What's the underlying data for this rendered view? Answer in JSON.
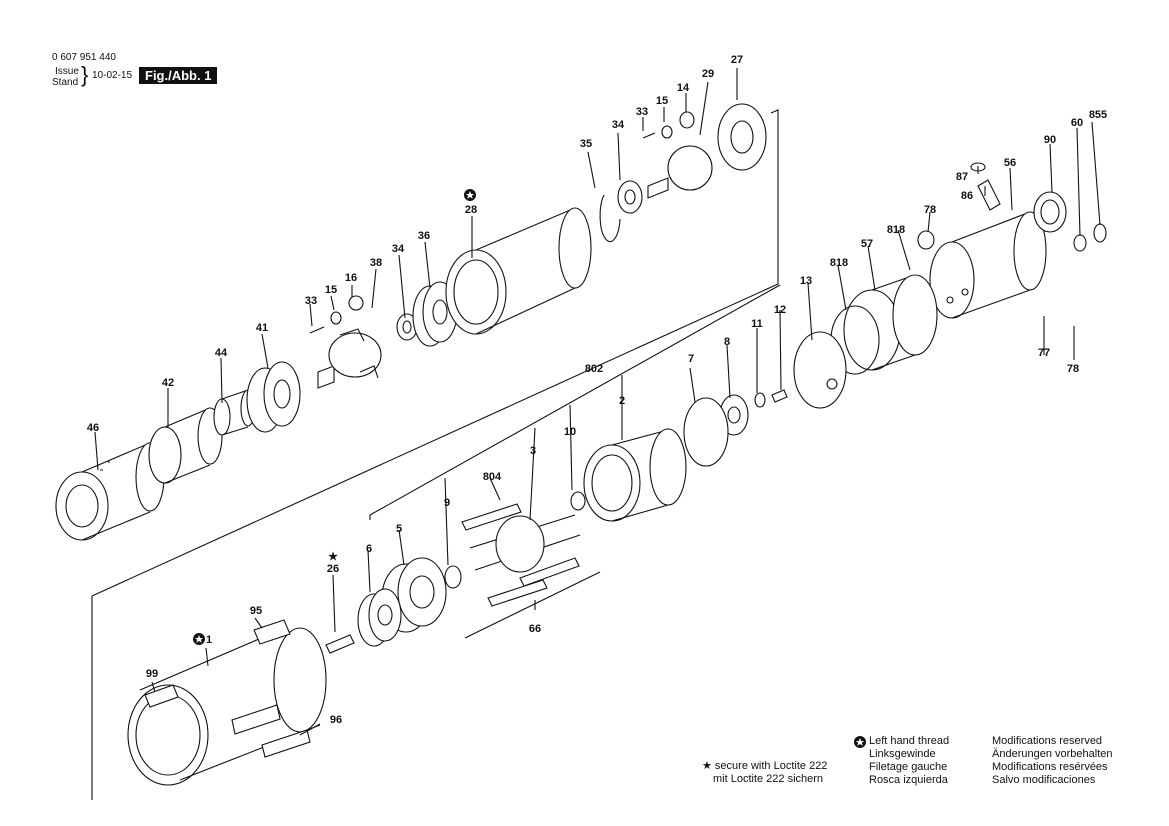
{
  "header": {
    "part_number": "0 607 951 440",
    "issue_label": "Issue",
    "stand_label": "Stand",
    "date": "10-02-15",
    "figure": "Fig./Abb. 1"
  },
  "callouts": [
    {
      "id": "27",
      "text": "27"
    },
    {
      "id": "29",
      "text": "29"
    },
    {
      "id": "14",
      "text": "14"
    },
    {
      "id": "15a",
      "text": "15"
    },
    {
      "id": "33a",
      "text": "33"
    },
    {
      "id": "34a",
      "text": "34"
    },
    {
      "id": "35",
      "text": "35"
    },
    {
      "id": "28",
      "text": "28"
    },
    {
      "id": "36",
      "text": "36"
    },
    {
      "id": "34b",
      "text": "34"
    },
    {
      "id": "38",
      "text": "38"
    },
    {
      "id": "16",
      "text": "16"
    },
    {
      "id": "15b",
      "text": "15"
    },
    {
      "id": "33b",
      "text": "33"
    },
    {
      "id": "41",
      "text": "41"
    },
    {
      "id": "44",
      "text": "44"
    },
    {
      "id": "42",
      "text": "42"
    },
    {
      "id": "46",
      "text": "46"
    },
    {
      "id": "855",
      "text": "855"
    },
    {
      "id": "60",
      "text": "60"
    },
    {
      "id": "90",
      "text": "90"
    },
    {
      "id": "56",
      "text": "56"
    },
    {
      "id": "87",
      "text": "87"
    },
    {
      "id": "86",
      "text": "86"
    },
    {
      "id": "78a",
      "text": "78"
    },
    {
      "id": "818a",
      "text": "818"
    },
    {
      "id": "57",
      "text": "57"
    },
    {
      "id": "818b",
      "text": "818"
    },
    {
      "id": "13",
      "text": "13"
    },
    {
      "id": "12",
      "text": "12"
    },
    {
      "id": "11",
      "text": "11"
    },
    {
      "id": "8",
      "text": "8"
    },
    {
      "id": "7",
      "text": "7"
    },
    {
      "id": "77",
      "text": "77"
    },
    {
      "id": "78b",
      "text": "78"
    },
    {
      "id": "802",
      "text": "802"
    },
    {
      "id": "2",
      "text": "2"
    },
    {
      "id": "10",
      "text": "10"
    },
    {
      "id": "3",
      "text": "3"
    },
    {
      "id": "804",
      "text": "804"
    },
    {
      "id": "9",
      "text": "9"
    },
    {
      "id": "5",
      "text": "5"
    },
    {
      "id": "6",
      "text": "6"
    },
    {
      "id": "26",
      "text": "26"
    },
    {
      "id": "66",
      "text": "66"
    },
    {
      "id": "95",
      "text": "95"
    },
    {
      "id": "1",
      "text": "1"
    },
    {
      "id": "99",
      "text": "99"
    },
    {
      "id": "96",
      "text": "96"
    }
  ],
  "legend": {
    "loctite": [
      "★ secure with Loctite 222",
      "mit Loctite 222 sichern"
    ],
    "thread": [
      "Left hand thread",
      "Linksgewinde",
      "Filetage gauche",
      "Rosca izquierda"
    ],
    "modifications": [
      "Modifications reserved",
      "Änderungen vorbehalten",
      "Modifications resérvées",
      "Salvo modificaciones"
    ]
  }
}
